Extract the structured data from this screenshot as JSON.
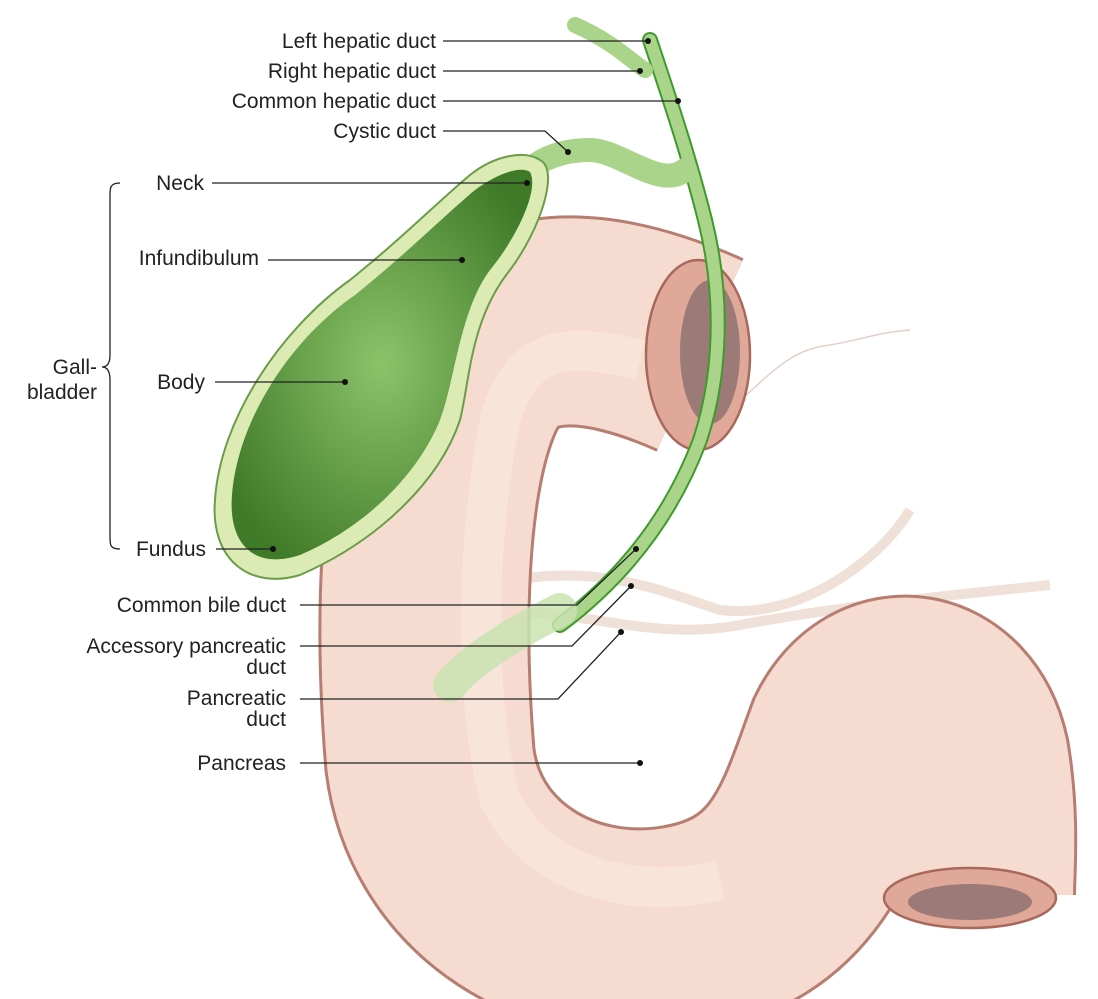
{
  "diagram": {
    "colors": {
      "duodenum": "#f6dcd0",
      "duodenum_outline": "#b67d70",
      "lumen": "#9c7a78",
      "gallbladder_inner": "#5f9a3e",
      "gallbladder_wall": "#dcebb4",
      "duct": "#a9d48a",
      "duct_outline": "#3f9a2e"
    },
    "labels": {
      "left_hepatic_duct": "Left hepatic duct",
      "right_hepatic_duct": "Right hepatic duct",
      "common_hepatic_duct": "Common hepatic duct",
      "cystic_duct": "Cystic duct",
      "neck": "Neck",
      "infundibulum": "Infundibulum",
      "body": "Body",
      "fundus": "Fundus",
      "gallbladder_line1": "Gall-",
      "gallbladder_line2": "bladder",
      "common_bile_duct": "Common bile duct",
      "accessory_pancreatic_duct_line1": "Accessory pancreatic",
      "accessory_pancreatic_duct_line2": "duct",
      "pancreatic_duct_line1": "Pancreatic",
      "pancreatic_duct_line2": "duct",
      "pancreas": "Pancreas"
    }
  }
}
